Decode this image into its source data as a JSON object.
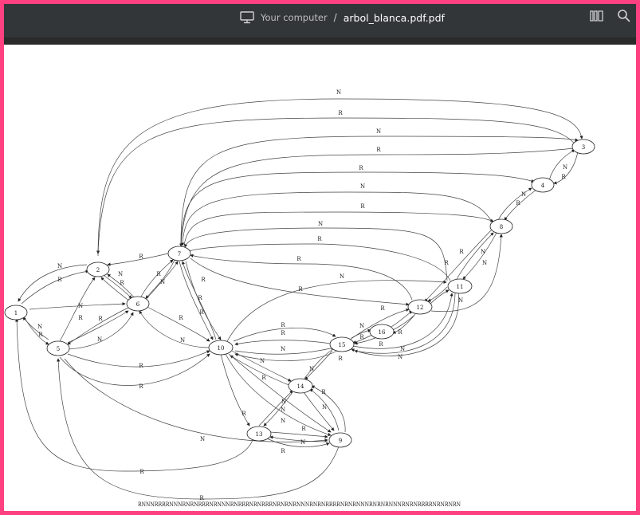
{
  "toolbar": {
    "root_label": "Your computer",
    "separator": "/",
    "file_name": "arbol_blanca.pdf.pdf",
    "icons": [
      "computer-icon",
      "sidebar-toggle-icon",
      "search-icon"
    ]
  },
  "graph": {
    "nodes": [
      "1",
      "2",
      "3",
      "4",
      "5",
      "6",
      "7",
      "8",
      "9",
      "10",
      "11",
      "12",
      "13",
      "14",
      "15",
      "16"
    ],
    "edge_labels": [
      "N",
      "R"
    ],
    "sequence": "RNNNRRRRNNNRNRNRRRNRNNNRNRRRNRNRRRNRNRNRNNNRNRNRRRRNRNRNNNRNRNRNNNRNRNRRRRNRNRNRN"
  },
  "colors": {
    "border": "#ff4081",
    "toolbar": "#323639",
    "page": "#ffffff"
  }
}
